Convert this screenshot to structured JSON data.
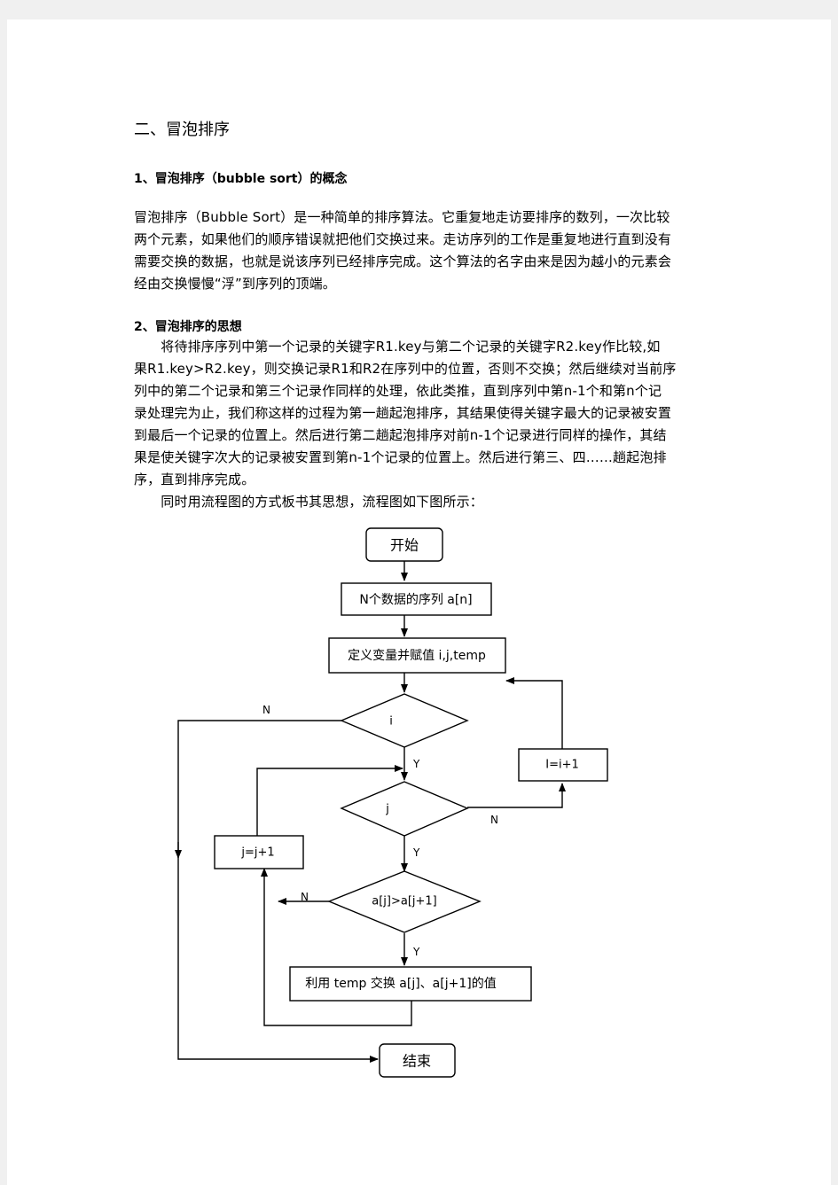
{
  "doc": {
    "title": "二、冒泡排序",
    "sec1_heading": "1、冒泡排序（bubble sort）的概念",
    "sec1_lines": [
      "冒泡排序（Bubble Sort）是一种简单的排序算法。它重复地走访要排序的数列，一次比较",
      "两个元素，如果他们的顺序错误就把他们交换过来。走访序列的工作是重复地进行直到没有",
      "需要交换的数据，也就是说该序列已经排序完成。这个算法的名字由来是因为越小的元素会",
      "经由交换慢慢“浮”到序列的顶端。"
    ],
    "sec2_heading": "2、冒泡排序的思想",
    "sec2_lines": [
      "　　将待排序序列中第一个记录的关键字R1.key与第二个记录的关键字R2.key作比较,如",
      "果R1.key>R2.key，则交换记录R1和R2在序列中的位置，否则不交换；然后继续对当前序",
      "列中的第二个记录和第三个记录作同样的处理，依此类推，直到序列中第n-1个和第n个记",
      "录处理完为止，我们称这样的过程为第一趟起泡排序，其结果使得关键字最大的记录被安置",
      "到最后一个记录的位置上。然后进行第二趟起泡排序对前n-1个记录进行同样的操作，其结",
      "果是使关键字次大的记录被安置到第n-1个记录的位置上。然后进行第三、四……趟起泡排",
      "序，直到排序完成。",
      "　　同时用流程图的方式板书其思想，流程图如下图所示："
    ]
  },
  "flowchart": {
    "start": "开始",
    "input": "N个数据的序列 a[n]",
    "init": "定义变量并赋值 i,j,temp",
    "cond_i": "i",
    "cond_j": "j",
    "inc_i": "I=i+1",
    "inc_j": "j=j+1",
    "compare": "a[j]>a[j+1]",
    "swap": "利用 temp 交换 a[j]、a[j+1]的值",
    "end": "结束",
    "label_yes": "Y",
    "label_no": "N"
  }
}
